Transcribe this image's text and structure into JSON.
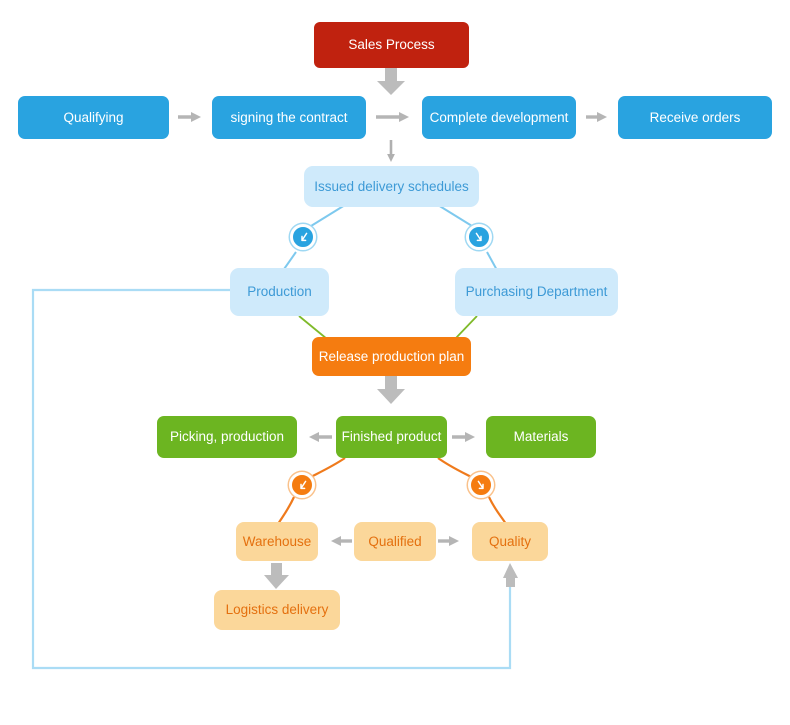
{
  "diagram": {
    "title": "Sales Process Flowchart",
    "colors": {
      "red": "#c0220f",
      "blue": "#29a3e0",
      "light_blue": "#cfeafb",
      "light_blue_text": "#3d9ad6",
      "orange": "#f57c10",
      "green": "#6cb521",
      "peach": "#fbd79a",
      "peach_text": "#e4700f",
      "arrow_gray": "#a6a6a6",
      "loop_line": "#aadcf5",
      "green_connector": "#7fba2a",
      "orange_connector": "#ef7a1c"
    },
    "nodes": {
      "sales_process": "Sales Process",
      "qualifying": "Qualifying",
      "signing_the_contract": "signing the contract",
      "complete_development": "Complete development",
      "receive_orders": "Receive orders",
      "issued_delivery_schedules": "Issued delivery schedules",
      "production": "Production",
      "purchasing_department": "Purchasing Department",
      "release_production_plan": "Release production plan",
      "picking_production": "Picking, production",
      "finished_product": "Finished product",
      "materials": "Materials",
      "warehouse": "Warehouse",
      "qualified": "Qualified",
      "quality": "Quality",
      "logistics_delivery": "Logistics delivery"
    },
    "badges": [
      {
        "id": "badge-production",
        "icon": "arrow-down-left-icon",
        "color": "#29a3e0"
      },
      {
        "id": "badge-purchasing",
        "icon": "arrow-down-right-icon",
        "color": "#29a3e0"
      },
      {
        "id": "badge-warehouse",
        "icon": "arrow-down-left-icon",
        "color": "#f57c10"
      },
      {
        "id": "badge-quality",
        "icon": "arrow-down-right-icon",
        "color": "#f57c10"
      }
    ],
    "connectors": [
      {
        "from": "sales_process",
        "to": "complete_development",
        "style": "thick-gray-down"
      },
      {
        "from": "qualifying",
        "to": "signing_the_contract",
        "style": "gray-right"
      },
      {
        "from": "signing_the_contract",
        "to": "complete_development",
        "style": "gray-right"
      },
      {
        "from": "complete_development",
        "to": "receive_orders",
        "style": "gray-right"
      },
      {
        "from": "complete_development",
        "to": "issued_delivery_schedules",
        "style": "thin-gray-down"
      },
      {
        "from": "issued_delivery_schedules",
        "to": "production",
        "style": "blue-line-badge"
      },
      {
        "from": "issued_delivery_schedules",
        "to": "purchasing_department",
        "style": "blue-line-badge"
      },
      {
        "from": "production",
        "to": "release_production_plan",
        "style": "green-line"
      },
      {
        "from": "purchasing_department",
        "to": "release_production_plan",
        "style": "green-line"
      },
      {
        "from": "release_production_plan",
        "to": "finished_product",
        "style": "thick-gray-down"
      },
      {
        "from": "finished_product",
        "to": "picking_production",
        "style": "gray-left"
      },
      {
        "from": "finished_product",
        "to": "materials",
        "style": "gray-right"
      },
      {
        "from": "finished_product",
        "to": "warehouse",
        "style": "orange-curve-badge"
      },
      {
        "from": "finished_product",
        "to": "quality",
        "style": "orange-curve-badge"
      },
      {
        "from": "qualified",
        "to": "warehouse",
        "style": "gray-left"
      },
      {
        "from": "qualified",
        "to": "quality",
        "style": "gray-right"
      },
      {
        "from": "warehouse",
        "to": "logistics_delivery",
        "style": "thick-gray-down"
      },
      {
        "from": "production",
        "to": "quality",
        "style": "light-blue-feedback-loop"
      }
    ]
  }
}
